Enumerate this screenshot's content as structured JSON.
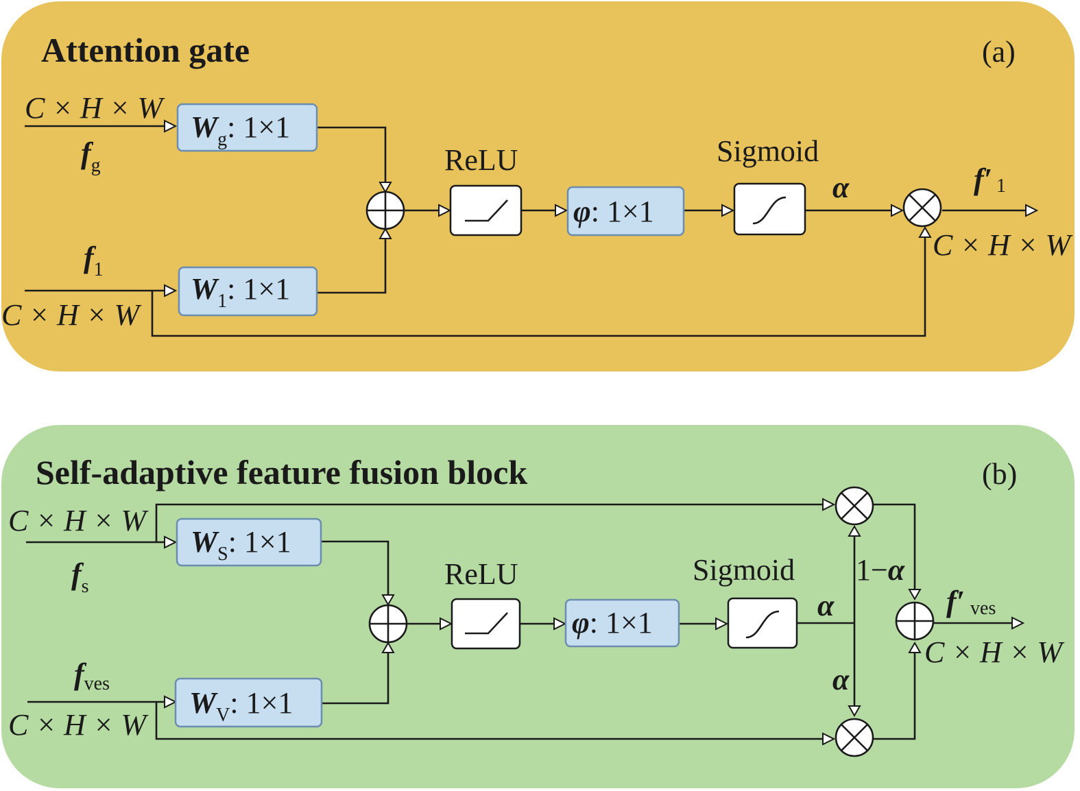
{
  "panel_a": {
    "title": "Attention gate",
    "tag": "(a)",
    "background": "#e8c25a",
    "dim_label": "C × H × W",
    "input_g": {
      "symbol": "f",
      "subscript": "g"
    },
    "input_l": {
      "symbol": "f",
      "subscript": "1"
    },
    "conv_g": {
      "symbol": "W",
      "subscript": "g",
      "kernel": ": 1×1"
    },
    "conv_l": {
      "symbol": "W",
      "subscript": "1",
      "kernel": ": 1×1"
    },
    "relu_label": "ReLU",
    "phi": {
      "symbol": "φ",
      "kernel": ": 1×1"
    },
    "sigmoid_label": "Sigmoid",
    "alpha": "α",
    "output": {
      "symbol": "f",
      "prime": "′",
      "subscript": "1"
    }
  },
  "panel_b": {
    "title": "Self-adaptive feature fusion block",
    "tag": "(b)",
    "background": "#b5daa2",
    "dim_label": "C × H × W",
    "input_s": {
      "symbol": "f",
      "subscript": "s"
    },
    "input_v": {
      "symbol": "f",
      "subscript": "ves"
    },
    "conv_s": {
      "symbol": "W",
      "subscript": "S",
      "kernel": ": 1×1"
    },
    "conv_v": {
      "symbol": "W",
      "subscript": "V",
      "kernel": ": 1×1"
    },
    "relu_label": "ReLU",
    "phi": {
      "symbol": "φ",
      "kernel": ": 1×1"
    },
    "sigmoid_label": "Sigmoid",
    "alpha": "α",
    "one_minus_alpha": {
      "prefix": "1−",
      "symbol": "α"
    },
    "output": {
      "symbol": "f",
      "prime": "′",
      "subscript": "ves"
    }
  },
  "colors": {
    "block_fill": "#c7ddf0",
    "block_stroke": "#6b8db0",
    "line": "#1a1a1a"
  },
  "icons": [
    "add-operator-icon",
    "multiply-operator-icon",
    "relu-curve-icon",
    "sigmoid-curve-icon",
    "open-arrowhead-icon"
  ]
}
